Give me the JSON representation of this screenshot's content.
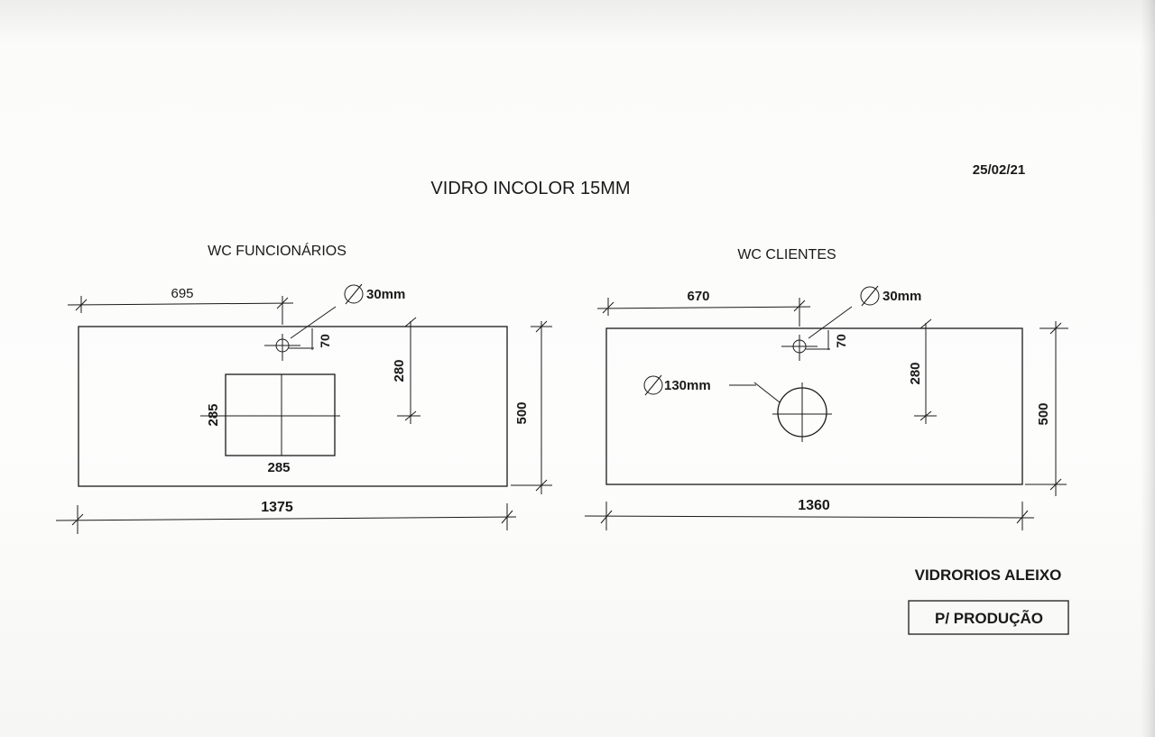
{
  "sheet": {
    "title": "VIDRO INCOLOR 15MM",
    "date": "25/02/21",
    "company": "VIDRORIOS ALEIXO",
    "stamp": "P/ PRODUÇÃO"
  },
  "panels": [
    {
      "label": "WC FUNCIONÁRIOS",
      "hole_offset": "695",
      "hole_diameter": "30mm",
      "hole_from_edge": "70",
      "basin_depth_mark": "280",
      "height": "500",
      "width": "1375",
      "basin_height": "285",
      "basin_width": "285"
    },
    {
      "label": "WC CLIENTES",
      "hole_offset": "670",
      "hole_diameter": "30mm",
      "hole_from_edge": "70",
      "basin_depth_mark": "280",
      "height": "500",
      "width": "1360",
      "basin_diameter": "130mm"
    }
  ]
}
